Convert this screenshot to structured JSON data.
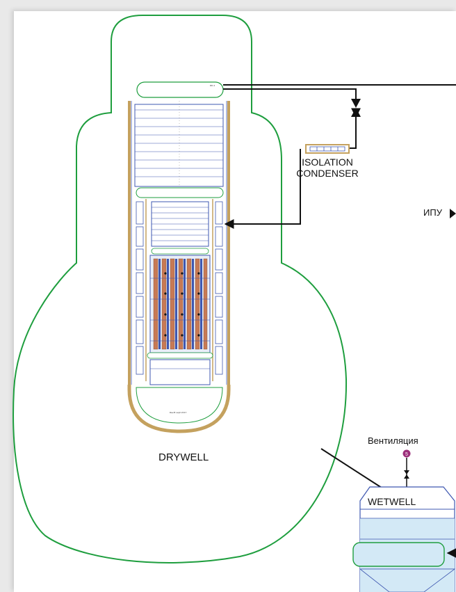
{
  "labels": {
    "isolation_condenser_line1": "ISOLATION",
    "isolation_condenser_line2": "CONDENSER",
    "ipu": "ИПУ",
    "drywell": "DRYWELL",
    "wetwell": "WETWELL",
    "ventilation": "Вентиляция",
    "ventilation_marker": "5"
  },
  "colors": {
    "containment": "#1e9e3e",
    "vessel_wall": "#c4a15e",
    "core_fuel": "#c77a55",
    "core_blue": "#3e57b0",
    "piping": "#111111",
    "pool_water": "#d3e9f6",
    "marker": "#9c2f7a"
  }
}
